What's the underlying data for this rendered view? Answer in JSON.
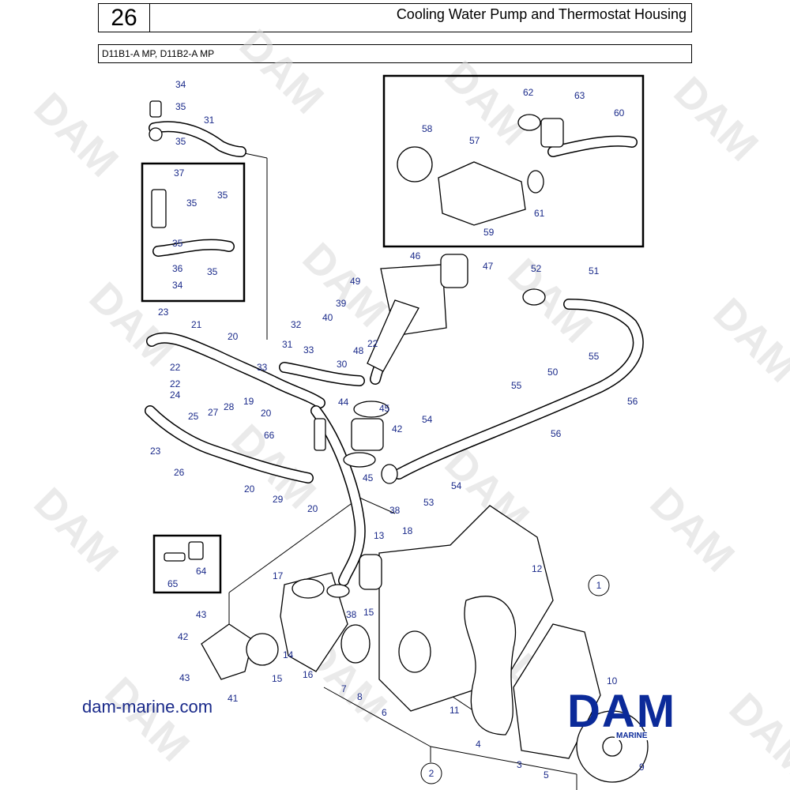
{
  "header": {
    "page_number": "26",
    "title": "Cooling Water Pump and Thermostat Housing",
    "models": "D11B1-A MP, D11B2-A MP"
  },
  "watermark": {
    "text": "DAM"
  },
  "callouts": [
    "34",
    "35",
    "31",
    "35",
    "37",
    "35",
    "35",
    "35",
    "36",
    "35",
    "34",
    "23",
    "21",
    "22",
    "22",
    "24",
    "25",
    "27",
    "28",
    "23",
    "26",
    "20",
    "19",
    "20",
    "20",
    "29",
    "20",
    "32",
    "31",
    "33",
    "33",
    "30",
    "40",
    "39",
    "49",
    "48",
    "22",
    "46",
    "47",
    "44",
    "45",
    "45",
    "66",
    "42",
    "54",
    "54",
    "53",
    "38",
    "18",
    "13",
    "52",
    "51",
    "55",
    "50",
    "55",
    "56",
    "56",
    "62",
    "63",
    "60",
    "58",
    "57",
    "61",
    "59",
    "65",
    "64",
    "17",
    "12",
    "43",
    "42",
    "43",
    "41",
    "14",
    "15",
    "16",
    "15",
    "38",
    "7",
    "8",
    "6",
    "11",
    "4",
    "3",
    "5",
    "10",
    "9"
  ],
  "circled": [
    "1",
    "2"
  ],
  "website": "dam-marine.com",
  "logo": {
    "main": "DAM",
    "sub": "MARINE"
  },
  "colors": {
    "label": "#1a2a8a",
    "logo": "#0b2a99",
    "watermark": "#d9d9d9"
  }
}
